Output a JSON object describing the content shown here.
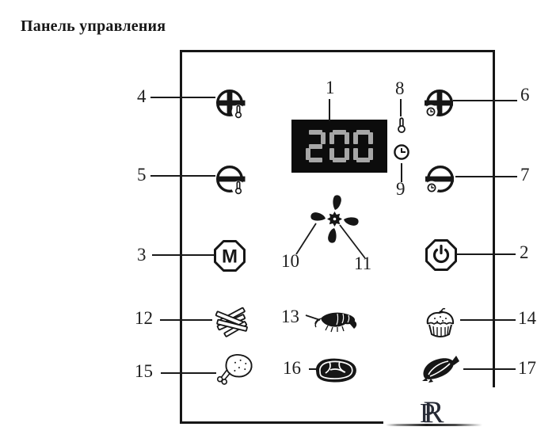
{
  "title": "Панель управления",
  "display": {
    "value": "200"
  },
  "callouts": {
    "n1": "1",
    "n2": "2",
    "n3": "3",
    "n4": "4",
    "n5": "5",
    "n6": "6",
    "n7": "7",
    "n8": "8",
    "n9": "9",
    "n10": "10",
    "n11": "11",
    "n12": "12",
    "n13": "13",
    "n14": "14",
    "n15": "15",
    "n16": "16",
    "n17": "17"
  },
  "logo": {
    "p": "P",
    "r": "R"
  },
  "icons": {
    "display": "seven-segment-display",
    "menu_m": "letter-M-in-octagon",
    "power": "power-symbol-in-octagon",
    "temp_up": "circle-plus-with-thermometer",
    "temp_down": "circle-minus-with-thermometer",
    "time_up": "circle-plus-with-clock",
    "time_down": "circle-minus-with-clock",
    "thermometer": "thermometer-indicator",
    "clock": "clock-indicator",
    "fan": "fan-blades-with-hub",
    "fries": "french-fries",
    "shrimp": "shrimp",
    "cupcake": "cupcake-with-cherry",
    "chicken": "chicken-drumstick",
    "steak": "steak",
    "fish": "fish"
  },
  "colors": {
    "ink": "#161616",
    "display_bg": "#0c0c0c",
    "display_digits": "#a6a6a6",
    "logo": "#262a35"
  }
}
